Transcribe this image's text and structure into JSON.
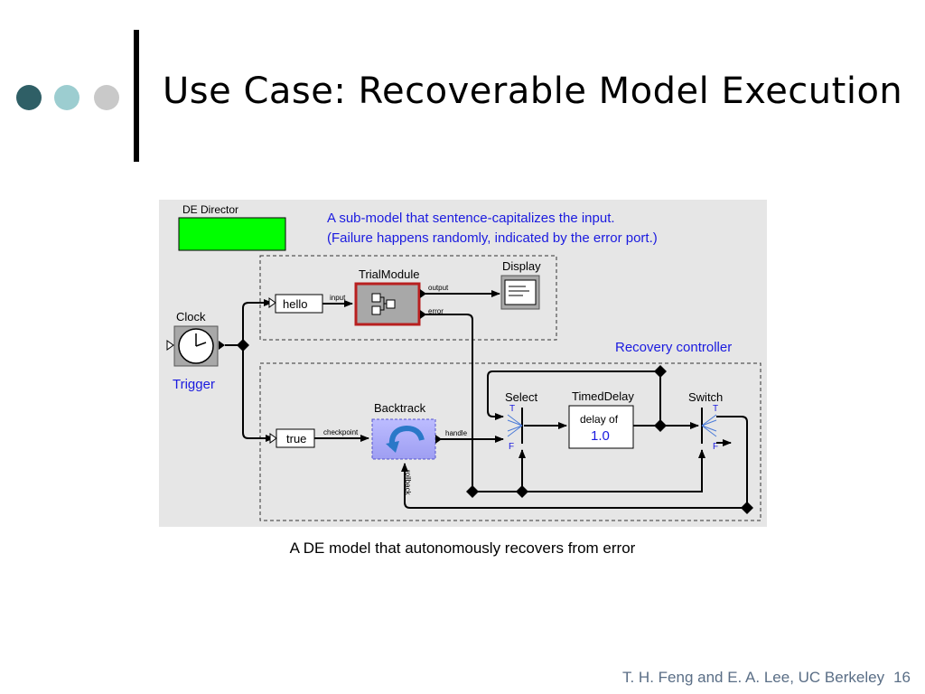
{
  "slide": {
    "title": "Use Case: Recoverable Model Execution",
    "caption": "A DE model that autonomously recovers from error",
    "footer_author": "T. H. Feng and E. A. Lee, UC Berkeley",
    "page_number": "16",
    "bullet_colors": [
      "#2f5f66",
      "#9ccdd0",
      "#c9c9c9"
    ]
  },
  "diagram": {
    "director_label": "DE Director",
    "annotation_line1": "A sub-model that sentence-capitalizes the input.",
    "annotation_line2": "(Failure happens randomly, indicated by the error port.)",
    "recovery_label": "Recovery controller",
    "clock_label": "Clock",
    "trigger_label": "Trigger",
    "hello_label": "hello",
    "true_label": "true",
    "trialmodule_label": "TrialModule",
    "display_label": "Display",
    "backtrack_label": "Backtrack",
    "select_label": "Select",
    "timeddelay_label": "TimedDelay",
    "switch_label": "Switch",
    "delay_text": "delay of",
    "delay_value": "1.0",
    "port_input": "input",
    "port_output": "output",
    "port_error": "error",
    "port_checkpoint": "checkpoint",
    "port_handle": "handle",
    "port_rollback": "rollback",
    "port_T": "T",
    "port_F": "F"
  }
}
